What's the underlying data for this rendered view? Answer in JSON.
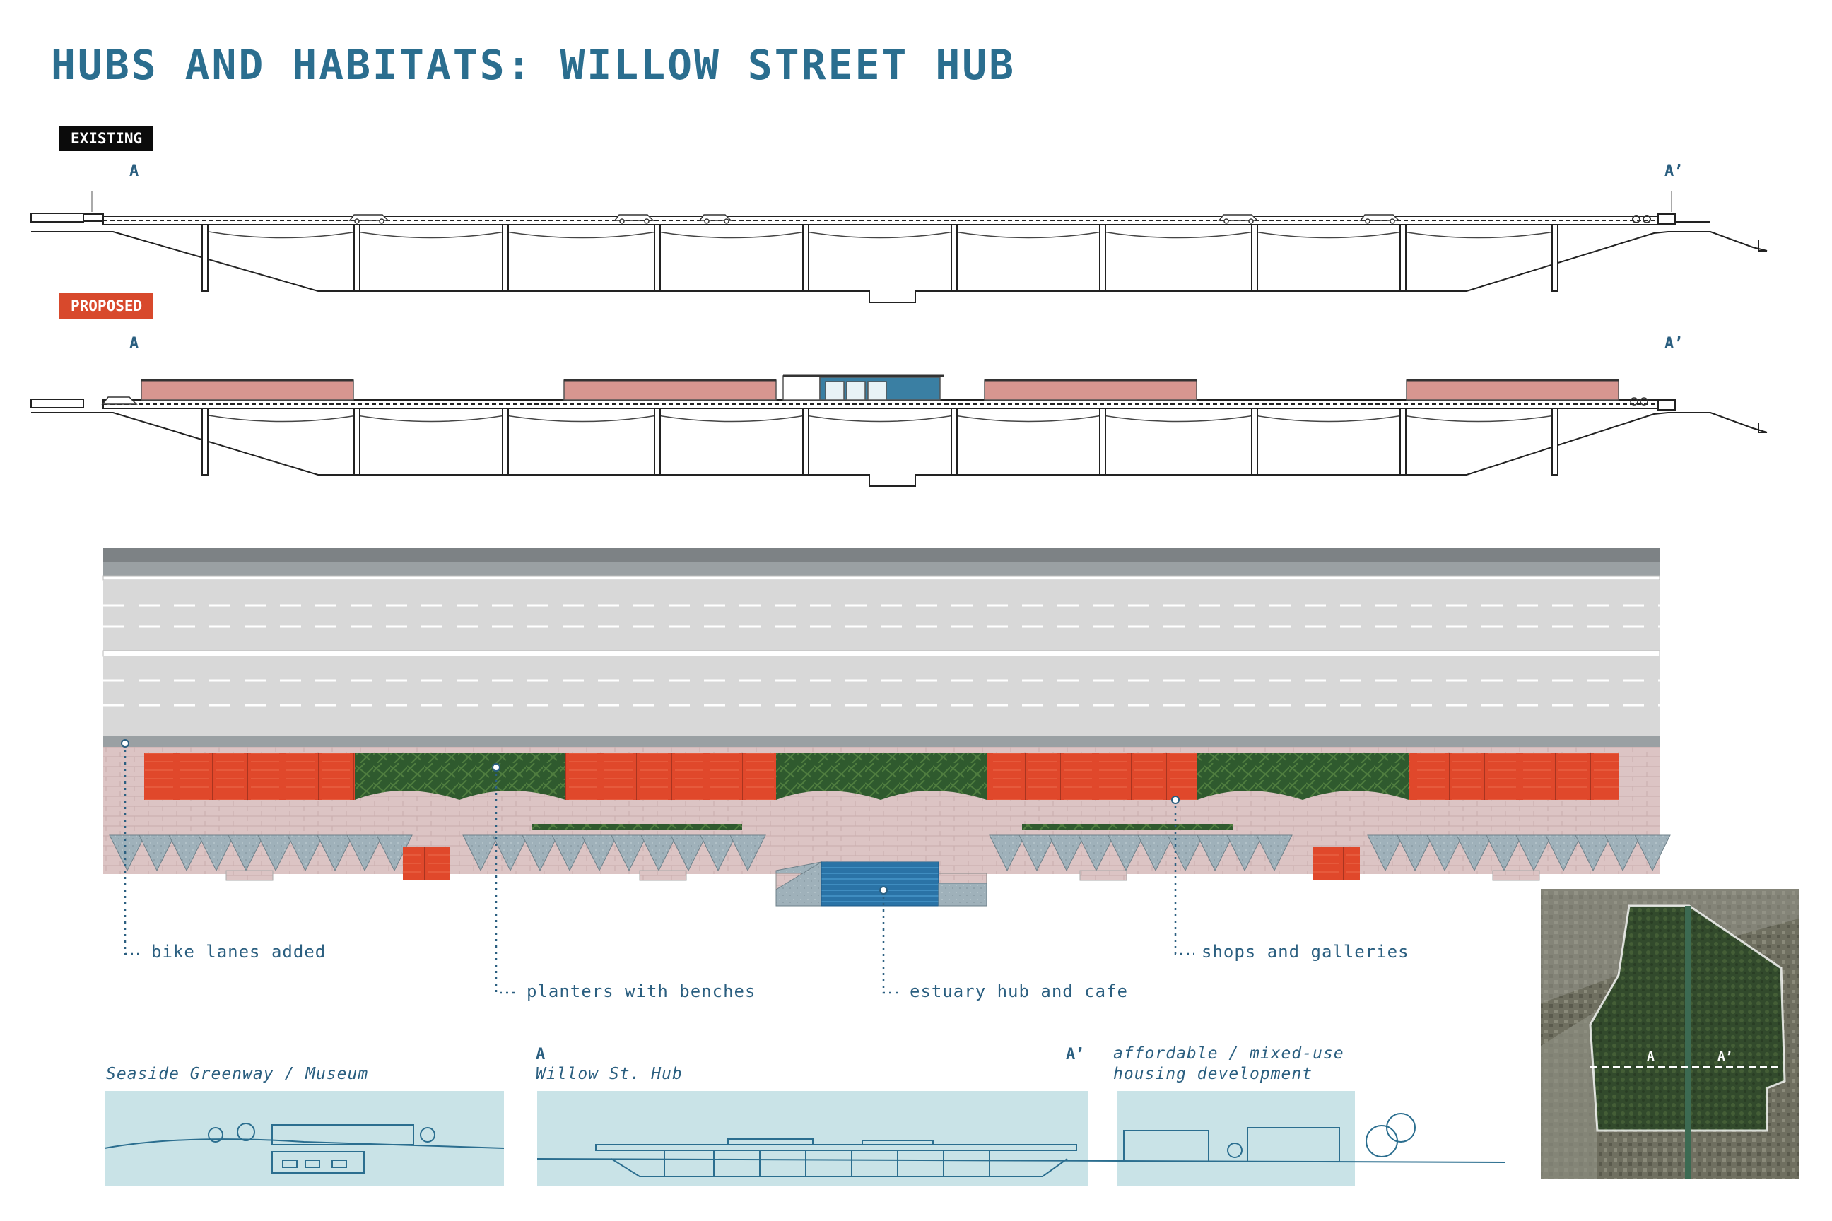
{
  "title": "HUBS AND HABITATS: WILLOW STREET HUB",
  "sections": {
    "existing_label": "EXISTING",
    "proposed_label": "PROPOSED",
    "marker_a": "A",
    "marker_a_prime": "A’"
  },
  "callouts": {
    "bike_lanes": "bike lanes added",
    "planters": "planters with benches",
    "estuary": "estuary hub and cafe",
    "shops": "shops and galleries"
  },
  "context": {
    "left_label": "Seaside Greenway / Museum",
    "center_label": "Willow St. Hub",
    "center_marker_a": "A",
    "center_marker_a_prime": "A’",
    "right_label_line1": "affordable / mixed-use",
    "right_label_line2": "housing development"
  },
  "map": {
    "marker_a": "A",
    "marker_a_prime": "A’"
  },
  "colors": {
    "title_blue": "#2b6e8f",
    "proposed_red": "#d8492c",
    "shop_red": "#e0482b",
    "planter_green": "#2f5a2e",
    "water_blue": "#2a73a6",
    "context_bg": "#c9e3e7"
  }
}
